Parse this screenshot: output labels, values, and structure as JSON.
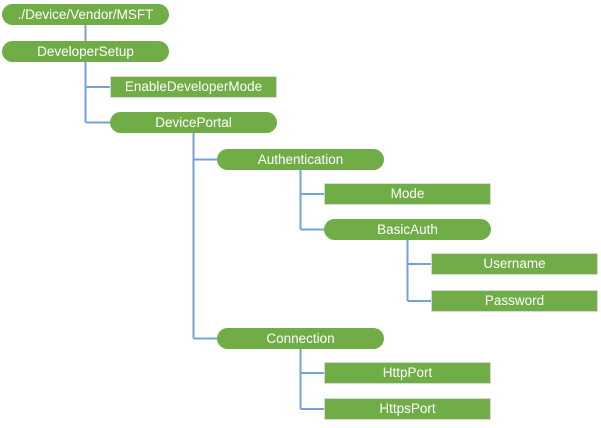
{
  "diagram": {
    "type": "tree-hierarchy",
    "root_label": "./Device/Vendor/MSFT"
  },
  "colors": {
    "node_fill": "#70AD47",
    "node_text": "#FFFFFF",
    "leaf_border": "#D9D9D9",
    "connector": "#74A2D9",
    "background": "#FFFFFF"
  },
  "nodes": [
    {
      "label": "./Device/Vendor/MSFT",
      "shape": "rounded",
      "parent": null
    },
    {
      "label": "DeveloperSetup",
      "shape": "rounded",
      "parent": "./Device/Vendor/MSFT"
    },
    {
      "label": "EnableDeveloperMode",
      "shape": "rectangle",
      "parent": "DeveloperSetup"
    },
    {
      "label": "DevicePortal",
      "shape": "rounded",
      "parent": "DeveloperSetup"
    },
    {
      "label": "Authentication",
      "shape": "rounded",
      "parent": "DevicePortal"
    },
    {
      "label": "Mode",
      "shape": "rectangle",
      "parent": "Authentication"
    },
    {
      "label": "BasicAuth",
      "shape": "rounded",
      "parent": "Authentication"
    },
    {
      "label": "Username",
      "shape": "rectangle",
      "parent": "BasicAuth"
    },
    {
      "label": "Password",
      "shape": "rectangle",
      "parent": "BasicAuth"
    },
    {
      "label": "Connection",
      "shape": "rounded",
      "parent": "DevicePortal"
    },
    {
      "label": "HttpPort",
      "shape": "rectangle",
      "parent": "Connection"
    },
    {
      "label": "HttpsPort",
      "shape": "rectangle",
      "parent": "Connection"
    }
  ]
}
